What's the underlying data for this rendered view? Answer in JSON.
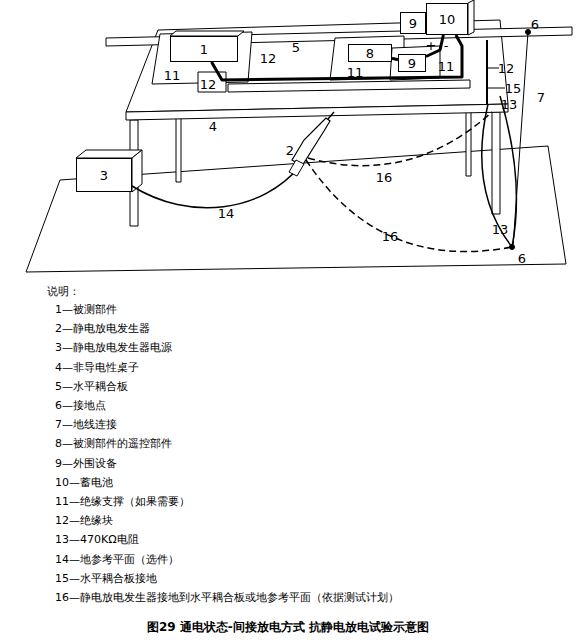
{
  "diagram": {
    "caption": "图29 通电状态-间接放电方式 抗静电放电试验示意图",
    "nodes": [
      {
        "text": [
          "1"
        ]
      },
      {
        "text": [
          "8"
        ]
      },
      {
        "text": [
          "9"
        ]
      },
      {
        "text": [
          "10"
        ]
      },
      {
        "text": [
          "9"
        ]
      },
      {
        "text": [
          "3"
        ]
      }
    ],
    "edges": [
      {
        "from": 0,
        "to": 3,
        "arrow": "none"
      },
      {
        "from": 1,
        "to": 4,
        "arrow": "none"
      },
      {
        "from": 4,
        "to": 3,
        "arrow": "none"
      }
    ],
    "labels": [
      "5",
      "11",
      "12",
      "12",
      "11",
      "11",
      "+",
      "-",
      "6",
      "12",
      "15",
      "7",
      "13",
      "4",
      "2",
      "16",
      "14",
      "16",
      "13",
      "6",
      "说明：",
      "1—被测部件",
      "2—静电放电发生器",
      "3—静电放电发生器电源",
      "4—非导电性桌子",
      "5—水平耦合板",
      "6—接地点",
      "7—地线连接",
      "8—被测部件的遥控部件",
      "9—外围设备",
      "10—蓄电池",
      "11—绝缘支撑（如果需要）",
      "12—绝缘块",
      "13—470KΩ电阻",
      "14—地参考平面（选件）",
      "15—水平耦合板接地",
      "16—静电放电发生器接地到水平耦合板或地参考平面（依据测试计划）"
    ]
  }
}
